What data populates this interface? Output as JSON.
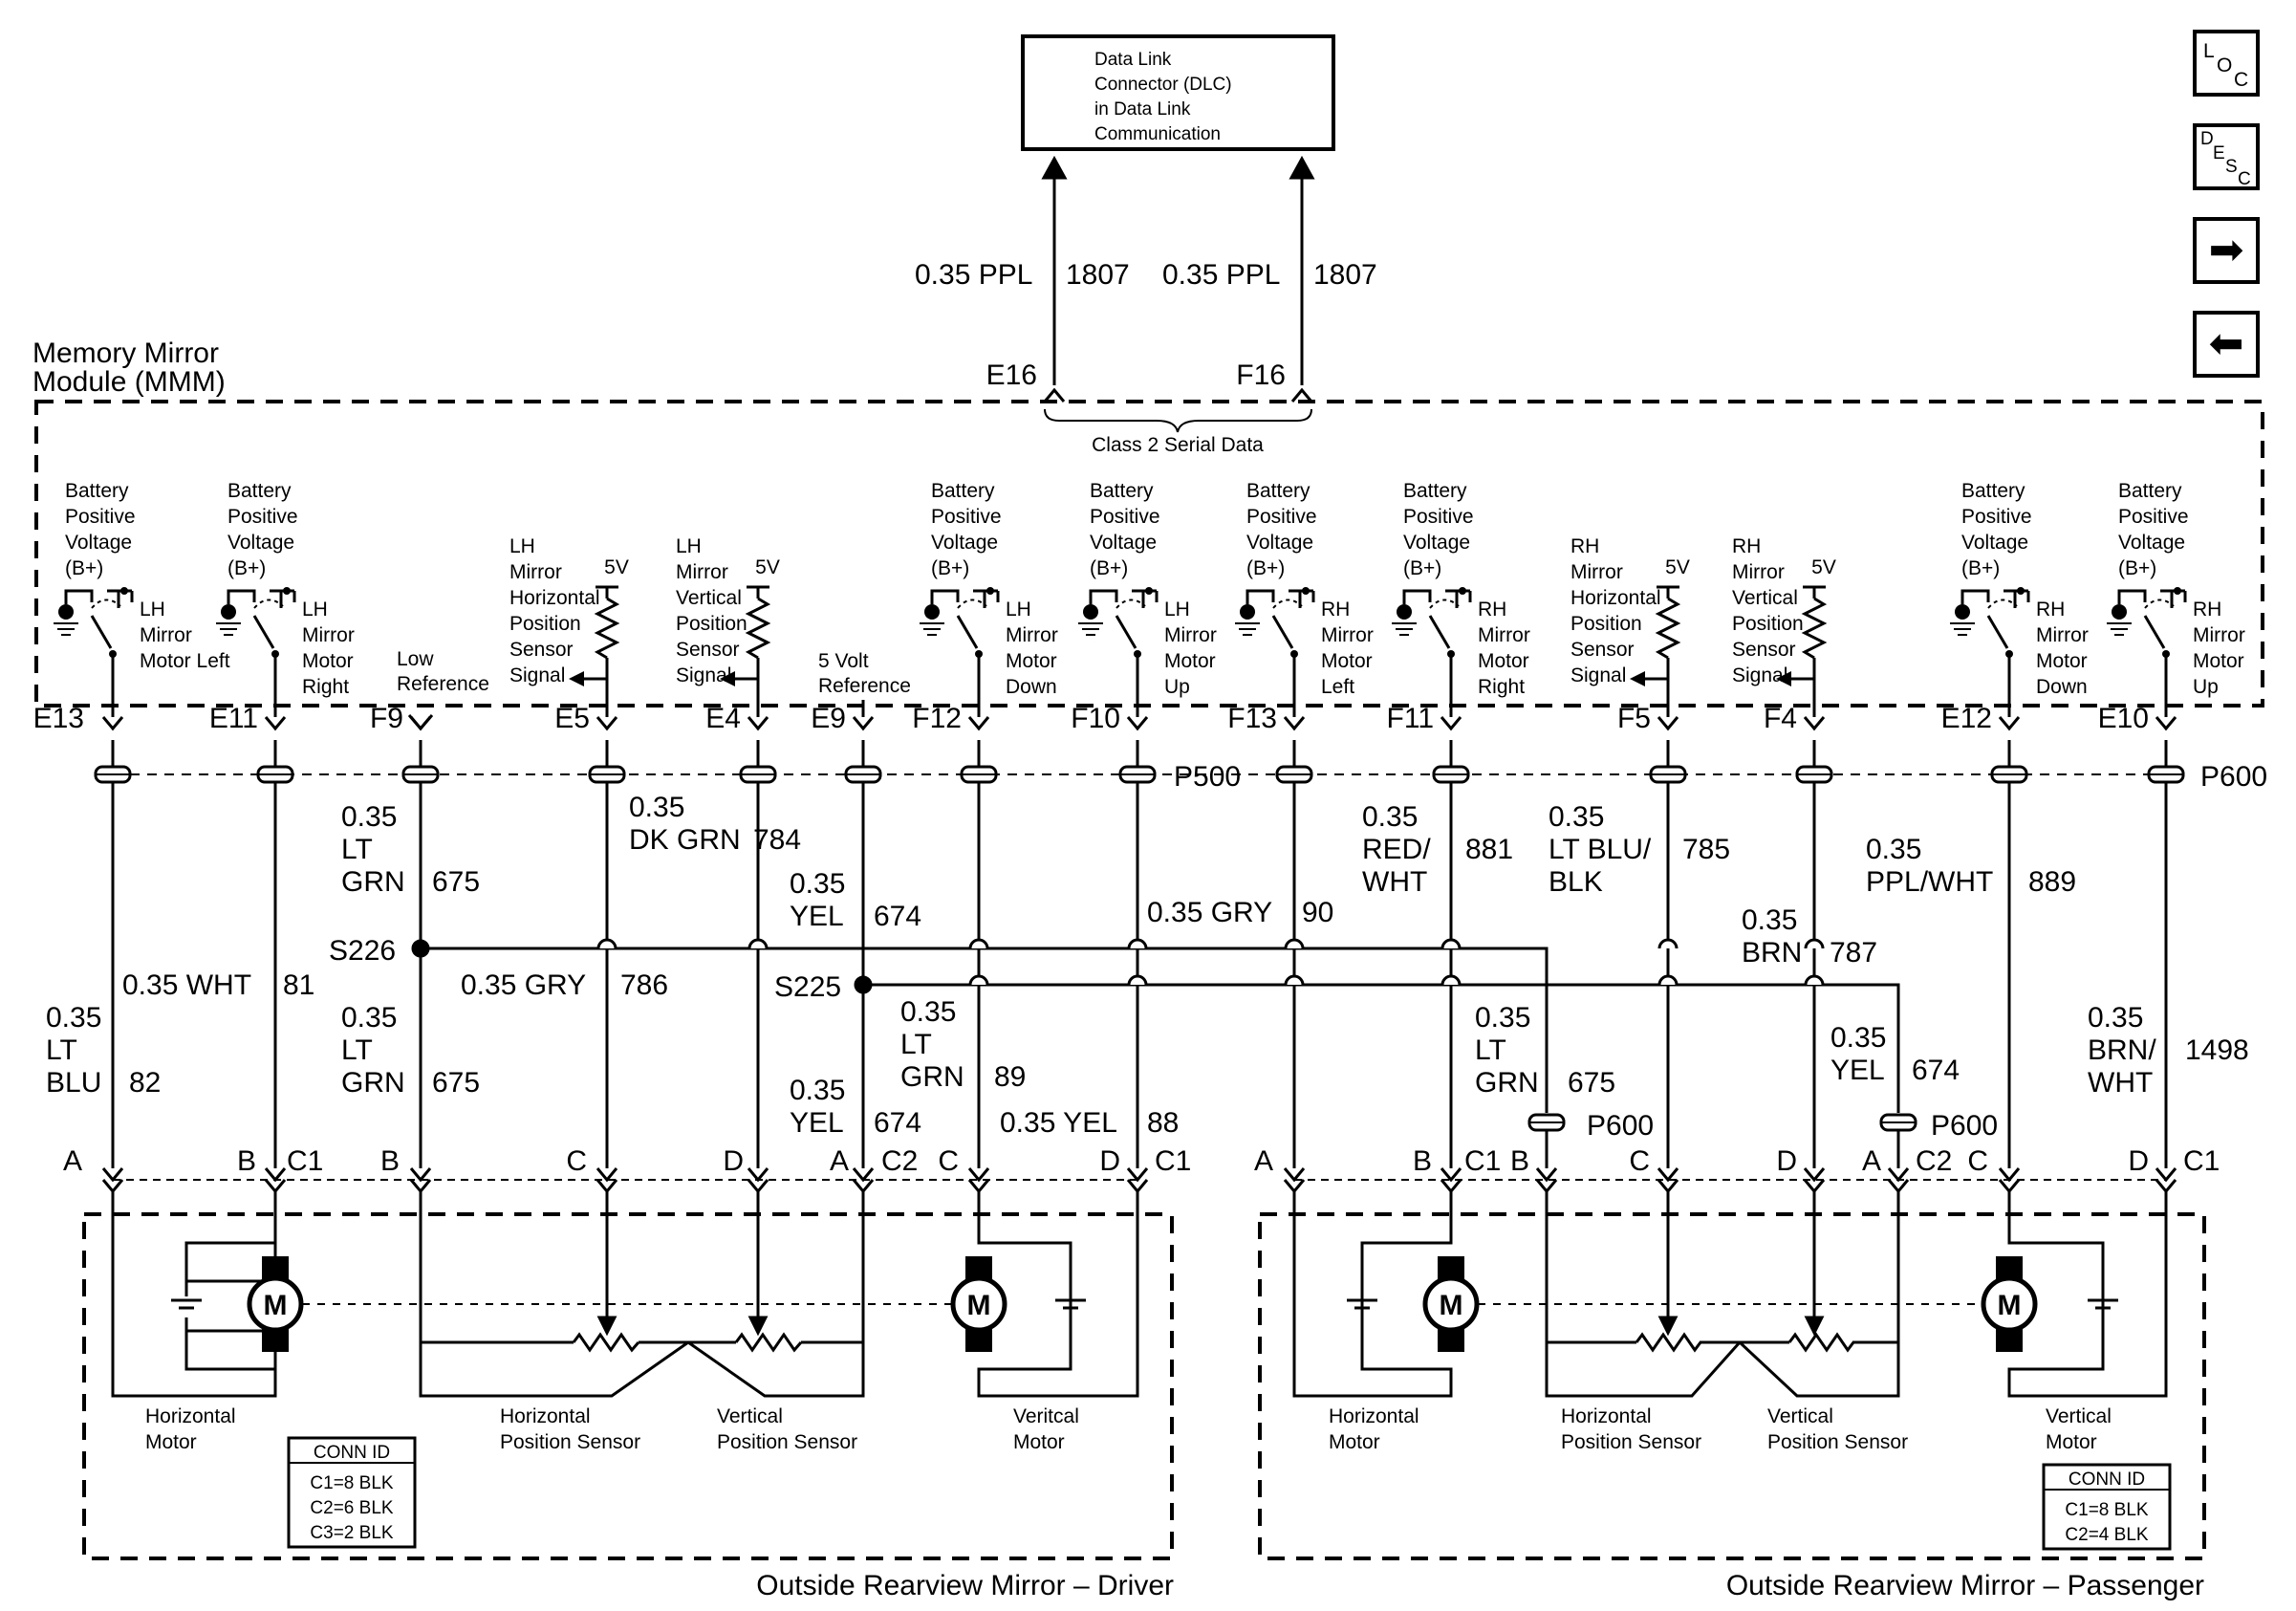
{
  "dlc": {
    "lines": [
      "Data Link",
      "Connector (DLC)",
      "in Data Link",
      "Communication"
    ]
  },
  "serial": {
    "label": "Class 2 Serial Data",
    "left": {
      "gauge": "0.35 PPL",
      "circuit": "1807",
      "pin": "E16"
    },
    "right": {
      "gauge": "0.35 PPL",
      "circuit": "1807",
      "pin": "F16"
    }
  },
  "mmm": {
    "title": [
      "Memory Mirror",
      "Module (MMM)"
    ]
  },
  "nav": {
    "loc": [
      "L",
      "O",
      "C"
    ],
    "desc": [
      "D",
      "E",
      "S",
      "C"
    ],
    "next": "➡",
    "prev": "⬅"
  },
  "bplus": [
    "Battery",
    "Positive",
    "Voltage",
    "(B+)"
  ],
  "switches": [
    {
      "label": [
        "LH",
        "Mirror",
        "Motor Left"
      ]
    },
    {
      "label": [
        "LH",
        "Mirror",
        "Motor",
        "Right"
      ]
    },
    {
      "label": [
        "LH",
        "Mirror",
        "Motor",
        "Down"
      ]
    },
    {
      "label": [
        "LH",
        "Mirror",
        "Motor",
        "Up"
      ]
    },
    {
      "label": [
        "RH",
        "Mirror",
        "Motor",
        "Left"
      ]
    },
    {
      "label": [
        "RH",
        "Mirror",
        "Motor",
        "Right"
      ]
    },
    {
      "label": [
        "RH",
        "Mirror",
        "Motor",
        "Down"
      ]
    },
    {
      "label": [
        "RH",
        "Mirror",
        "Motor",
        "Up"
      ]
    }
  ],
  "sensors": [
    {
      "label": [
        "LH",
        "Mirror",
        "Horizontal",
        "Position",
        "Sensor",
        "Signal"
      ],
      "v": "5V"
    },
    {
      "label": [
        "LH",
        "Mirror",
        "Vertical",
        "Position",
        "Sensor",
        "Signal"
      ],
      "v": "5V"
    },
    {
      "label": [
        "RH",
        "Mirror",
        "Horizontal",
        "Position",
        "Sensor",
        "Signal"
      ],
      "v": "5V"
    },
    {
      "label": [
        "RH",
        "Mirror",
        "Vertical",
        "Position",
        "Sensor",
        "Signal"
      ],
      "v": "5V"
    }
  ],
  "internal": {
    "low_ref": [
      "Low",
      "Reference"
    ],
    "five_ref": [
      "5 Volt",
      "Reference"
    ]
  },
  "pins": [
    "E13",
    "E11",
    "F9",
    "E5",
    "E4",
    "E9",
    "F12",
    "F10",
    "F13",
    "F11",
    "F5",
    "F4",
    "E12",
    "E10"
  ],
  "connectors": {
    "p500": "P500",
    "p600": "P600"
  },
  "splices": {
    "s226": "S226",
    "s225": "S225"
  },
  "wires": {
    "w82": [
      "0.35",
      "LT",
      "BLU",
      "82"
    ],
    "w81": [
      "0.35 WHT",
      "81"
    ],
    "w675a": [
      "0.35",
      "LT",
      "GRN",
      "675"
    ],
    "w675b": [
      "0.35",
      "LT",
      "GRN",
      "675"
    ],
    "w786": [
      "0.35 GRY",
      "786"
    ],
    "w784": [
      "0.35",
      "DK GRN",
      "784"
    ],
    "w674a": [
      "0.35",
      "YEL",
      "674"
    ],
    "w674b": [
      "0.35",
      "YEL",
      "674"
    ],
    "w89": [
      "0.35",
      "LT",
      "GRN",
      "89"
    ],
    "w88": [
      "0.35 YEL",
      "88"
    ],
    "w90": [
      "0.35 GRY",
      "90"
    ],
    "w881": [
      "0.35",
      "RED/",
      "WHT",
      "881"
    ],
    "w785": [
      "0.35",
      "LT BLU/",
      "BLK",
      "785"
    ],
    "w787": [
      "0.35",
      "BRN",
      "787"
    ],
    "w889": [
      "0.35",
      "PPL/WHT",
      "889"
    ],
    "w675c": [
      "0.35",
      "LT",
      "GRN",
      "675"
    ],
    "w674c": [
      "0.35",
      "YEL",
      "674"
    ],
    "w1498": [
      "0.35",
      "BRN/",
      "WHT",
      "1498"
    ]
  },
  "mirror_pins": {
    "driver": [
      "A",
      "B",
      "C1",
      "B",
      "C",
      "D",
      "A",
      "C2",
      "C",
      "D",
      "C1"
    ],
    "pass": [
      "A",
      "B",
      "C1",
      "B",
      "C",
      "D",
      "A",
      "C2",
      "C",
      "D",
      "C1"
    ]
  },
  "components": {
    "motor_glyph": "M",
    "driver": {
      "hmotor": [
        "Horizontal",
        "Motor"
      ],
      "hsensor": [
        "Horizontal",
        "Position Sensor"
      ],
      "vsensor": [
        "Vertical",
        "Position Sensor"
      ],
      "vmotor": [
        "Veritcal",
        "Motor"
      ],
      "title": "Outside Rearview Mirror – Driver"
    },
    "pass": {
      "hmotor": [
        "Horizontal",
        "Motor"
      ],
      "hsensor": [
        "Horizontal",
        "Position Sensor"
      ],
      "vsensor": [
        "Vertical",
        "Position Sensor"
      ],
      "vmotor": [
        "Vertical",
        "Motor"
      ],
      "title": "Outside Rearview Mirror – Passenger"
    }
  },
  "conn_id": {
    "driver": [
      "CONN ID",
      "C1=8 BLK",
      "C2=6 BLK",
      "C3=2 BLK"
    ],
    "pass": [
      "CONN ID",
      "C1=8 BLK",
      "C2=4 BLK"
    ]
  }
}
